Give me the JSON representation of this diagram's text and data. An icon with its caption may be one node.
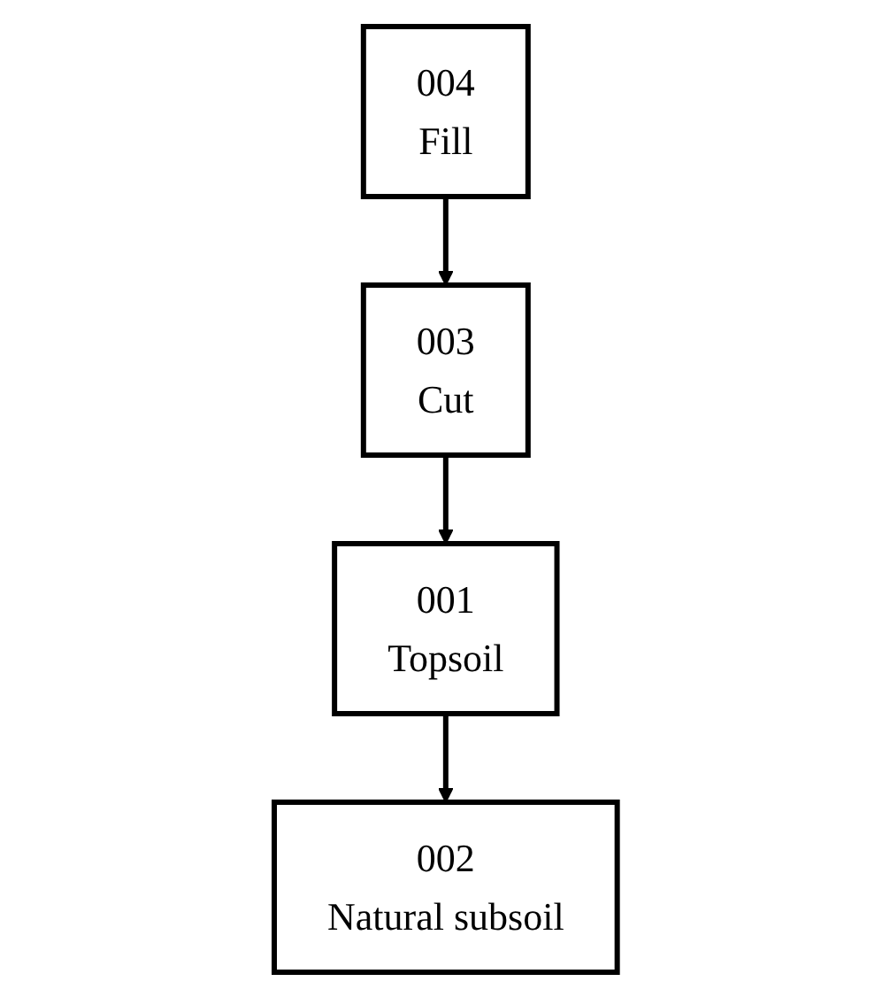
{
  "diagram": {
    "nodes": [
      {
        "text": [
          "004",
          "Fill"
        ]
      },
      {
        "text": [
          "003",
          "Cut"
        ]
      },
      {
        "text": [
          "001",
          "Topsoil"
        ]
      },
      {
        "text": [
          "002",
          "Natural subsoil"
        ]
      }
    ],
    "edges": [
      {
        "from": 0,
        "to": 1,
        "arrow": "to"
      },
      {
        "from": 1,
        "to": 2,
        "arrow": "to"
      },
      {
        "from": 2,
        "to": 3,
        "arrow": "to"
      }
    ]
  }
}
